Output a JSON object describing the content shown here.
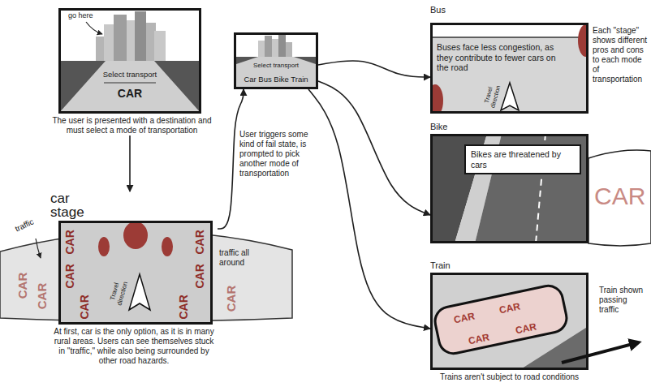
{
  "diagram": {
    "nodes": [
      {
        "text": [
          "go here",
          "Select transport",
          "CAR",
          "The user is presented with a destination and must select a mode of transportation"
        ]
      },
      {
        "text": [
          "Select transport",
          "Car Bus Bike Train"
        ]
      },
      {
        "text": [
          "Bus",
          "Buses face less congestion, as they contribute to fewer cars on the road",
          "Travel direction"
        ]
      },
      {
        "text": [
          "Bike"
        ]
      },
      {
        "text": [
          "Bikes are threatened by cars"
        ],
        "in": 3
      },
      {
        "text": [
          "car stage",
          "Travel direction",
          "At first, car is the only option, as it is in many rural areas. Users can see themselves stuck in \"traffic,\" while also being surrounded by other road hazards."
        ]
      },
      {
        "text": [
          "Train",
          "Trains aren't subject to road conditions"
        ]
      }
    ],
    "edges": [
      {
        "from": 0,
        "to": 5,
        "arrow": "to"
      },
      {
        "from": 5,
        "to": 1,
        "label": "User triggers some kind of fail state, is prompted to pick another mode of transportation",
        "arrow": "to"
      },
      {
        "from": 1,
        "to": 2,
        "arrow": "to"
      },
      {
        "from": 1,
        "to": 3,
        "arrow": "to"
      },
      {
        "from": 1,
        "to": 6,
        "arrow": "to"
      }
    ],
    "labels": [
      "Each \"stage\" shows different pros and cons to each mode of transportation",
      "CAR",
      "traffic",
      "traffic all around",
      "CAR",
      "CAR",
      "CAR",
      "CAR",
      "CAR",
      "CAR",
      "CAR",
      "CAR",
      "CAR",
      "Train shown passing traffic",
      "CAR",
      "CAR",
      "CAR",
      "CAR"
    ]
  }
}
